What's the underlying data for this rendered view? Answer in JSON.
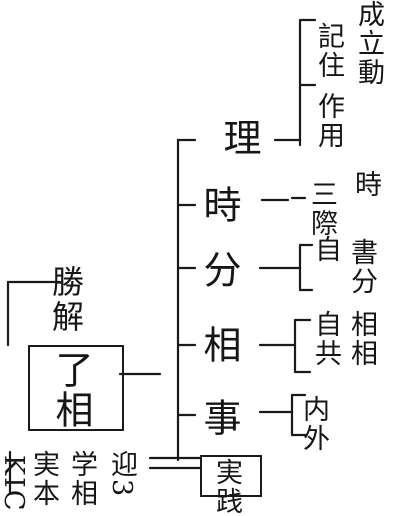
{
  "texts": {
    "left_top": "KIC",
    "left_col1": "実本",
    "left_col2": "学相",
    "left_col3": "迎3",
    "left_box": "実践",
    "center_box": "了相",
    "upper_branch": "勝解",
    "node_ji": "事",
    "node_so": "相",
    "node_bun": "分",
    "node_ji2": "時",
    "node_ri": "理",
    "leaf_naigai": "内外",
    "leaf_jiko": "自共",
    "leaf_jikou": "相相",
    "leaf_ji": "自",
    "leaf_sho": "書分",
    "leaf_sanji": "三際",
    "leaf_toshi": "時",
    "leaf_nyo": "作用",
    "leaf_ki": "記住",
    "leaf_doki": "成立動"
  }
}
